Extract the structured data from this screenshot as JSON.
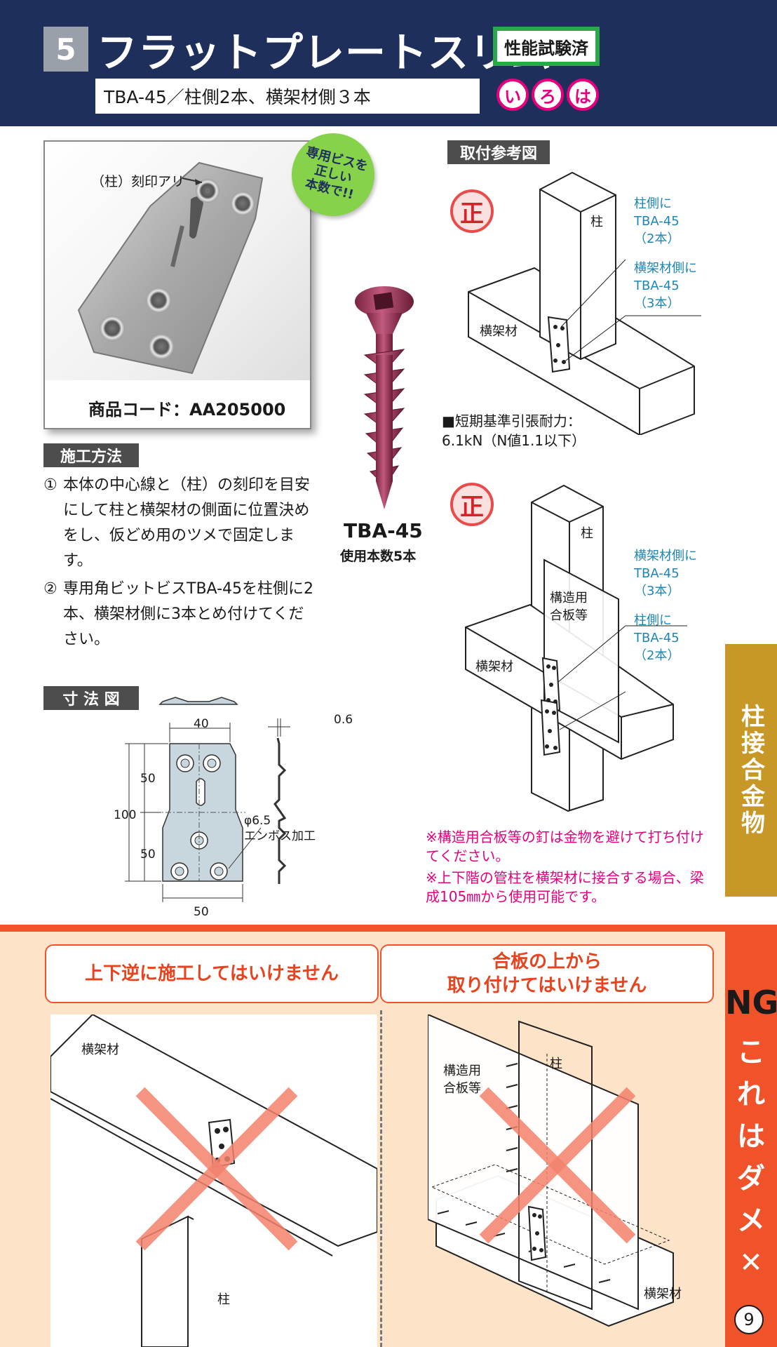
{
  "header": {
    "number": "5",
    "title": "フラットプレートスリム",
    "tested_badge": "性能試験済",
    "subtitle": "TBA-45／柱側2本、横架材側３本",
    "iroha": [
      "い",
      "ろ",
      "は"
    ]
  },
  "product": {
    "stamp_label": "（柱）刻印アリ",
    "code_label": "商品コード：AA205000",
    "badge_lines": [
      "専用ビスを",
      "正しい",
      "本数で!!"
    ]
  },
  "screw": {
    "name": "TBA-45",
    "count": "使用本数5本"
  },
  "method": {
    "heading": "施工方法",
    "steps": [
      {
        "marker": "①",
        "text": "本体の中心線と（柱）の刻印を目安にして柱と横架材の側面に位置決めをし、仮どめ用のツメで固定します。"
      },
      {
        "marker": "②",
        "text": "専用角ビットビスTBA-45を柱側に2本、横架材側に3本とめ付けてください。"
      }
    ]
  },
  "dimensions": {
    "heading": "寸 法 図",
    "top_width": "40",
    "bottom_width": "50",
    "height_total": "100",
    "height_upper": "50",
    "height_lower": "50",
    "hole_note_1": "φ6.5",
    "hole_note_2": "エンボス加工",
    "thickness": "0.6"
  },
  "install": {
    "heading": "取付参考図",
    "correct_mark": "正",
    "fig1": {
      "column": "柱",
      "beam": "横架材",
      "column_side": [
        "柱側に",
        "TBA-45",
        "（2本）"
      ],
      "beam_side": [
        "横架材側に",
        "TBA-45",
        "（3本）"
      ]
    },
    "strength_lines": [
      "■短期基準引張耐力：",
      "6.1kN（N値1.1以下）"
    ],
    "fig2": {
      "column": "柱",
      "beam": "横架材",
      "plywood": [
        "構造用",
        "合板等"
      ],
      "beam_side": [
        "横架材側に",
        "TBA-45",
        "（3本）"
      ],
      "column_side": [
        "柱側に",
        "TBA-45",
        "（2本）"
      ]
    },
    "notes": [
      "※構造用合板等の釘は金物を避けて打ち付けてください。",
      "※上下階の管柱を横架材に接合する場合、梁成105㎜から使用可能です。"
    ]
  },
  "side_tab": "柱接合金物",
  "ng": {
    "side_head": "NG",
    "side_chars": [
      "こ",
      "れ",
      "は",
      "ダ",
      "メ",
      "✕"
    ],
    "left_title": "上下逆に施工してはいけません",
    "right_title_lines": [
      "合板の上から",
      "取り付けてはいけません"
    ],
    "left_fig": {
      "beam": "横架材",
      "column": "柱"
    },
    "right_fig": {
      "column": "柱",
      "plywood": [
        "構造用",
        "合板等"
      ],
      "beam": "横架材"
    }
  },
  "page_number": "9",
  "colors": {
    "navy": "#1f2f5b",
    "green": "#2aa84a",
    "magenta": "#e6007e",
    "blue_text": "#1d86b4",
    "gold_tab": "#c79727",
    "ng_orange": "#f0522a",
    "ng_bg": "#fde4c9"
  }
}
